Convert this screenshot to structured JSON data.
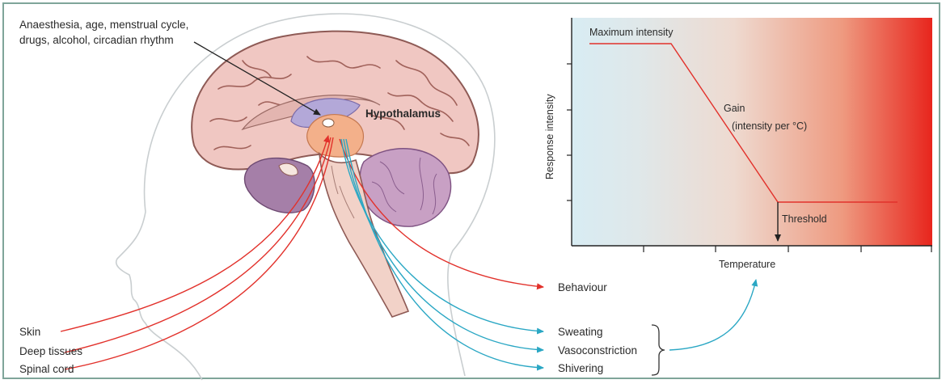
{
  "annotations": {
    "modulators_line1": "Anaesthesia, age, menstrual cycle,",
    "modulators_line2": "drugs, alcohol, circadian rhythm",
    "hypothalamus": "Hypothalamus"
  },
  "inputs": [
    "Skin",
    "Deep tissues",
    "Spinal cord"
  ],
  "outputs": {
    "behaviour": "Behaviour",
    "autonomic": [
      "Sweating",
      "Vasoconstriction",
      "Shivering"
    ]
  },
  "graph": {
    "ylabel": "Response intensity",
    "xlabel": "Temperature",
    "max_label": "Maximum intensity",
    "gain_line1": "Gain",
    "gain_line2": "(intensity per °C)",
    "threshold": "Threshold"
  },
  "colors": {
    "afferent": "#e2312b",
    "efferent": "#2aa7c4",
    "gradient_cool": "#d9edf4",
    "gradient_hot": "#e8251d",
    "frame": "#7fa59a"
  }
}
